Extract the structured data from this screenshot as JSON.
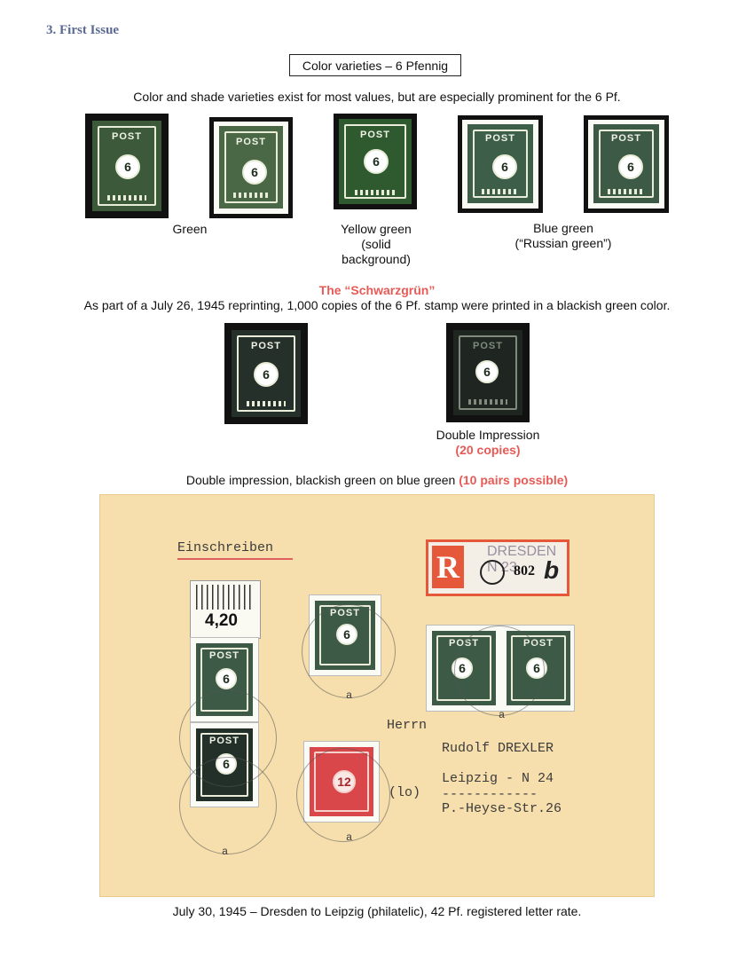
{
  "header": "3. First Issue",
  "title_box": "Color varieties – 6 Pfennig",
  "intro": "Color and shade varieties exist for most values, but are especially prominent for the 6 Pf.",
  "stamp_text": {
    "post": "POST",
    "value": "6",
    "value_red": "12",
    "margin_value": "4,20"
  },
  "captions": {
    "green": "Green",
    "yellow_green_1": "Yellow green",
    "yellow_green_2": "(solid",
    "yellow_green_3": "background)",
    "blue_green_1": "Blue green",
    "blue_green_2": "(“Russian green”)"
  },
  "schwarz": {
    "heading": "The “Schwarzgrün”",
    "text": "As part of a July 26, 1945 reprinting, 1,000 copies of the 6 Pf. stamp were printed in a blackish green color.",
    "double_caption": "Double Impression",
    "double_count": "(20 copies)"
  },
  "double_line": {
    "text": "Double impression, blackish green on blue green ",
    "highlight": "(10 pairs possible)"
  },
  "cover": {
    "einschreiben": "Einschreiben",
    "reg_letter": "R",
    "reg_place": "DRESDEN N 23",
    "reg_number": "802",
    "reg_handwritten": "b",
    "herrn": "Herrn",
    "name": "Rudolf DREXLER",
    "city": "Leipzig - N 24",
    "dashes": "------------",
    "street": "P.-Heyse-Str.26",
    "lo": "(lo)",
    "cancel_letter": "a"
  },
  "footer": "July 30, 1945 – Dresden to Leipzig (philatelic), 42 Pf. registered letter rate.",
  "colors": {
    "header": "#5a6a93",
    "highlight_red": "#e85a55",
    "green": "#3c5a3a",
    "yellow_green": "#2f5a30",
    "blue_green": "#3d5f4a",
    "blackish_green": "#26302a",
    "red_stamp": "#d9474a",
    "cover": "#f6dfad",
    "registration_label": "#e5583a"
  }
}
